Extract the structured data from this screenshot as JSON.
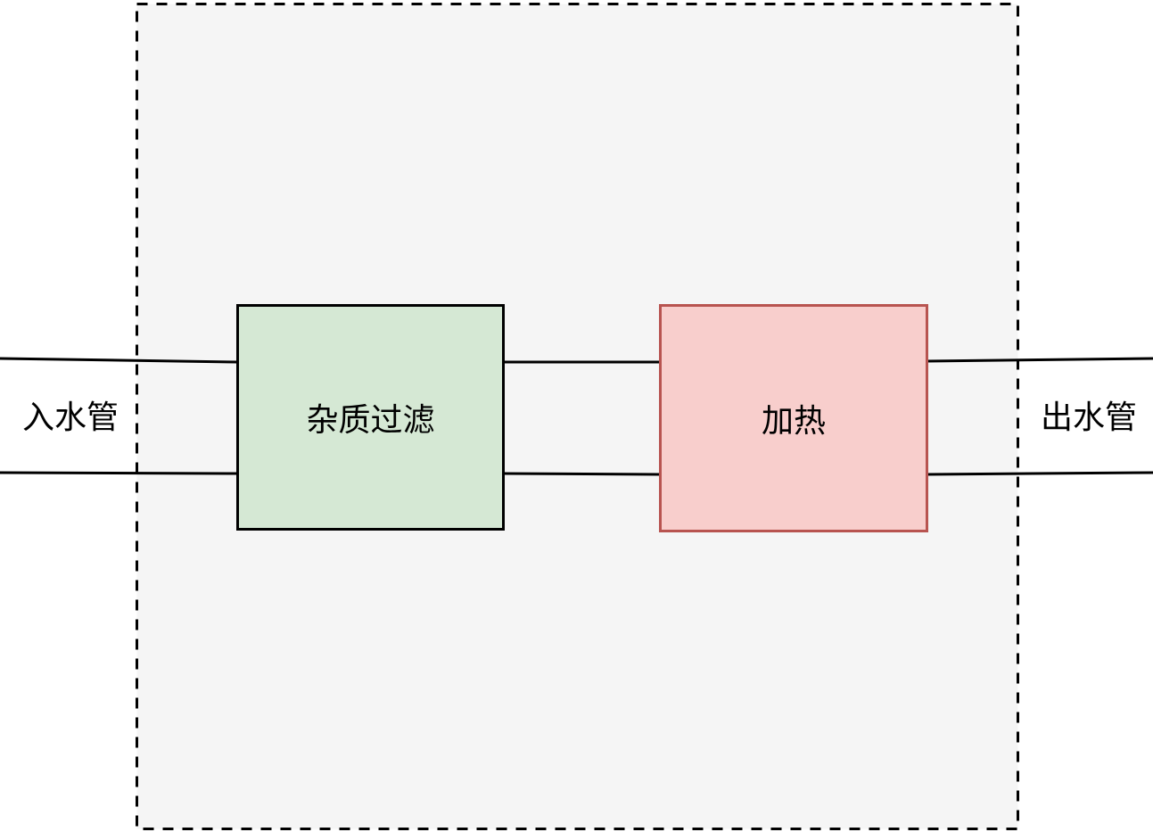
{
  "diagram": {
    "boundary": {
      "border_style": "dashed",
      "fill": "#f5f5f5",
      "stroke": "#000000"
    },
    "pipe_color": "#000000",
    "inlet_label": "入水管",
    "outlet_label": "出水管",
    "nodes": [
      {
        "label": "杂质过滤",
        "fill": "#d5e8d4",
        "stroke": "#000000"
      },
      {
        "label": "加热",
        "fill": "#f8cecc",
        "stroke": "#b85450"
      }
    ]
  }
}
